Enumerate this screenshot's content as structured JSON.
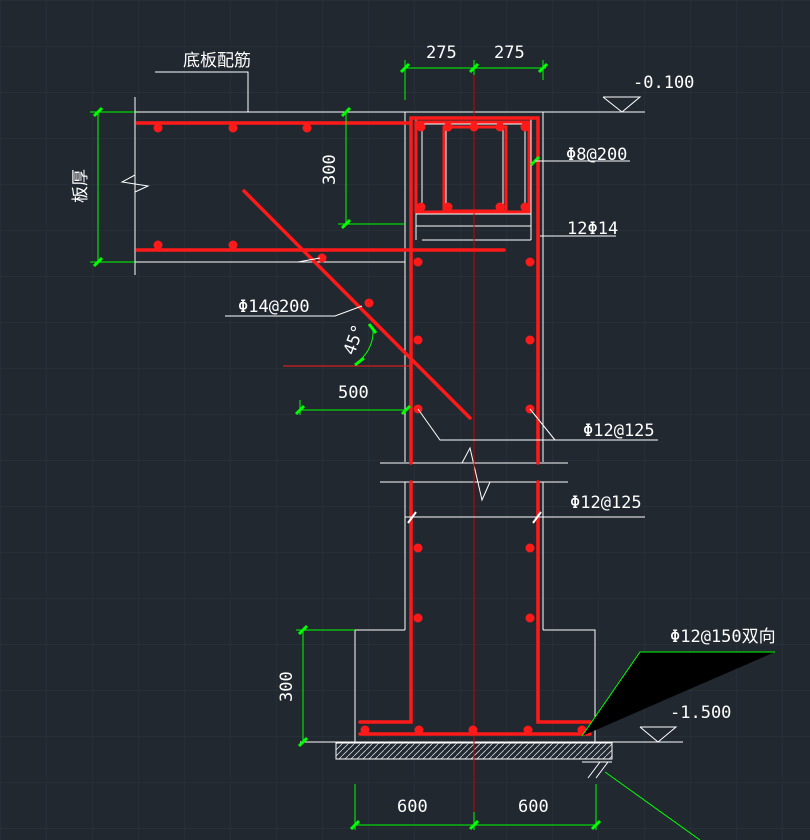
{
  "labels": {
    "dim_275_left": "275",
    "dim_275_right": "275",
    "elev_top": "-0.100",
    "bottom_slab_rebar": "底板配筋",
    "slab_thickness": "板厚",
    "dim_300_top": "300",
    "stirrup": "Φ8@200",
    "bars_12": "12Φ14",
    "diag_rebar": "Φ14@200",
    "angle_45": "45°",
    "dim_500": "500",
    "wall_rebar_1": "Φ12@125",
    "wall_rebar_2": "Φ12@125",
    "footing_rebar": "Φ12@150双向",
    "dim_300_bottom": "300",
    "elev_bottom": "-1.500",
    "dim_600_left": "600",
    "dim_600_right": "600"
  },
  "colors": {
    "background": "#212830",
    "grid": "#2d353e",
    "outline": "#ffffff",
    "rebar": "#ff1a1a",
    "dimension": "#00ff00",
    "text": "#ffffff"
  }
}
